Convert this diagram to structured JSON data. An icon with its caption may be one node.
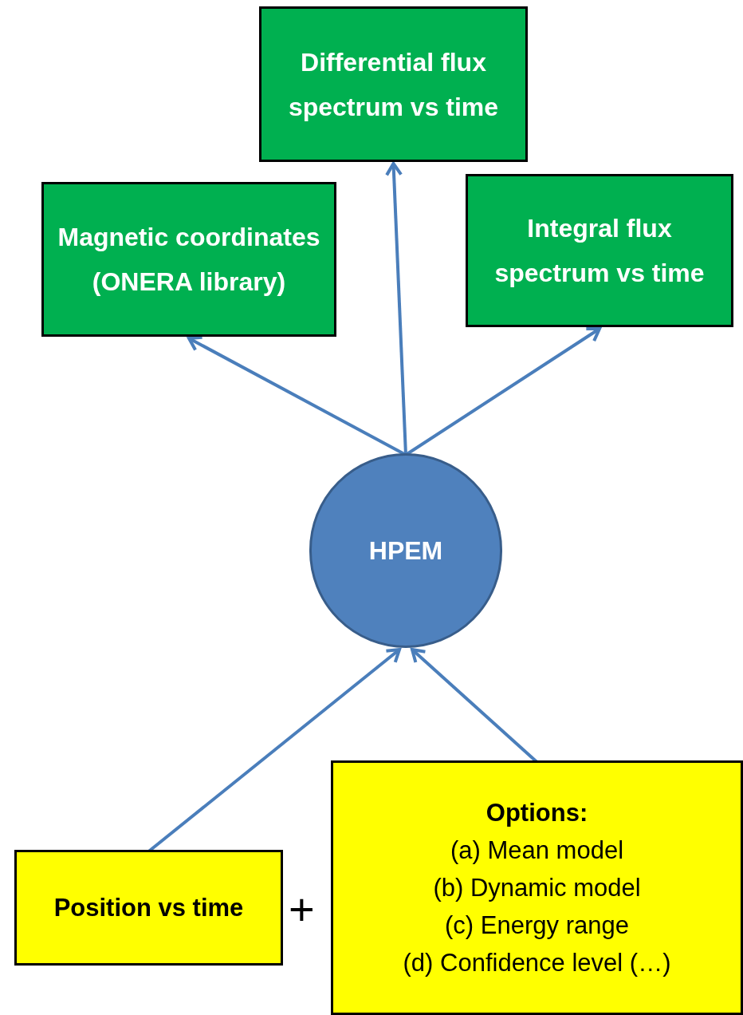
{
  "diagram": {
    "nodes": [
      {
        "text": [
          "Differential flux spectrum vs time"
        ]
      },
      {
        "text": [
          "Magnetic coordinates (ONERA library)"
        ]
      },
      {
        "text": [
          "Integral flux spectrum vs time"
        ]
      },
      {
        "text": [
          "HPEM"
        ]
      },
      {
        "text": [
          "Position vs time"
        ]
      },
      {
        "text": [
          "Options:",
          "(a) Mean model",
          "(b) Dynamic model",
          "(c) Energy range",
          "(d) Confidence level (…)"
        ]
      }
    ],
    "edges": [
      {
        "from": 3,
        "to": 1,
        "arrow": "to"
      },
      {
        "from": 3,
        "to": 0,
        "arrow": "to"
      },
      {
        "from": 3,
        "to": 2,
        "arrow": "to"
      },
      {
        "from": 4,
        "to": 3,
        "arrow": "to"
      },
      {
        "from": 5,
        "to": 3,
        "arrow": "to"
      }
    ],
    "labels": [
      "+"
    ]
  }
}
